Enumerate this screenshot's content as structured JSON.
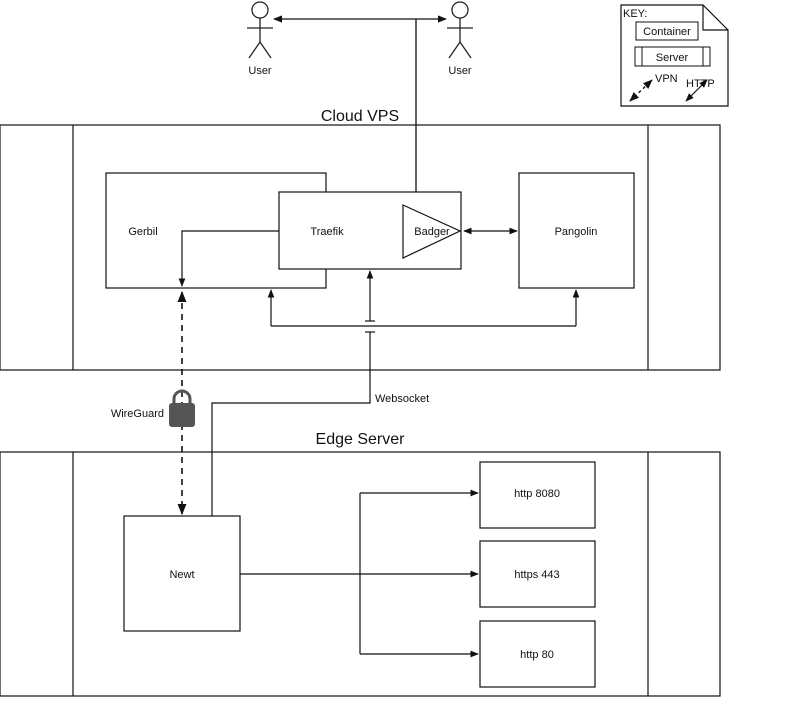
{
  "users": [
    {
      "label": "User"
    },
    {
      "label": "User"
    }
  ],
  "cloud_vps": {
    "title": "Cloud VPS",
    "containers": {
      "gerbil": "Gerbil",
      "traefik": "Traefik",
      "badger": "Badger",
      "pangolin": "Pangolin"
    }
  },
  "connections": {
    "wireguard": "WireGuard",
    "websocket": "Websocket"
  },
  "edge_server": {
    "title": "Edge Server",
    "newt": "Newt",
    "targets": [
      "http 8080",
      "https 443",
      "http 80"
    ]
  },
  "key": {
    "title": "KEY:",
    "container": "Container",
    "server": "Server",
    "vpn": "VPN",
    "http": "HTTP"
  }
}
